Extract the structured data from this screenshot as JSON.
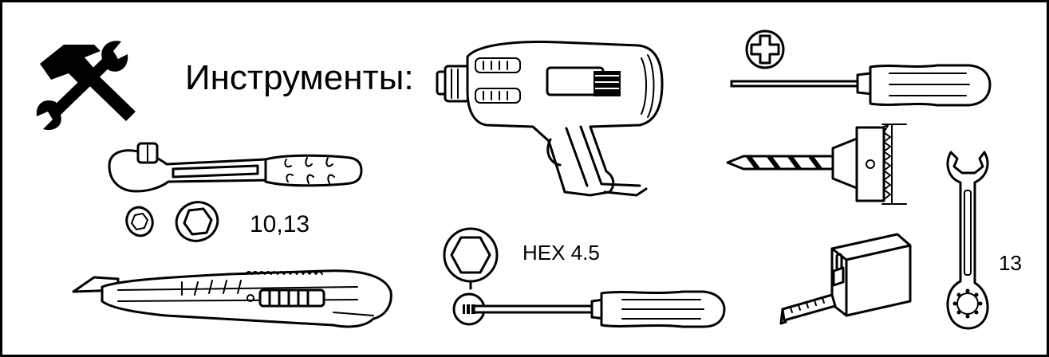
{
  "title": "Инструменты:",
  "labels": {
    "socket_sizes": "10,13",
    "hex_size": "HEX 4.5",
    "wrench_size": "13"
  },
  "icons": [
    "tools-icon",
    "heat-gun-icon",
    "phillips-head-icon",
    "screwdriver-icon",
    "drill-bit-chuck-icon",
    "ratchet-icon",
    "socket-icon",
    "combination-wrench-icon",
    "utility-knife-icon",
    "hex-head-icon",
    "hex-screwdriver-icon",
    "tape-measure-icon"
  ]
}
